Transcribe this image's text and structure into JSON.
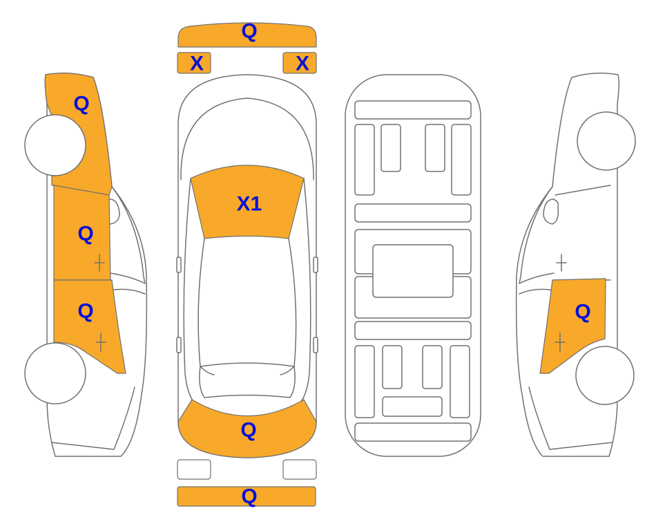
{
  "colors": {
    "damaged_fill": "#F8A92A",
    "code_text": "#0A10D8",
    "outline": "#707070",
    "background": "#FFFFFF"
  },
  "codes": {
    "front_bumper": "Q",
    "front_left_light": "X",
    "front_right_light": "X",
    "hood": "X1",
    "trunk": "Q",
    "rear_bumper": "Q",
    "left_front_fender": "Q",
    "left_front_door": "Q",
    "left_rear_door": "Q",
    "right_rear_door": "Q"
  }
}
